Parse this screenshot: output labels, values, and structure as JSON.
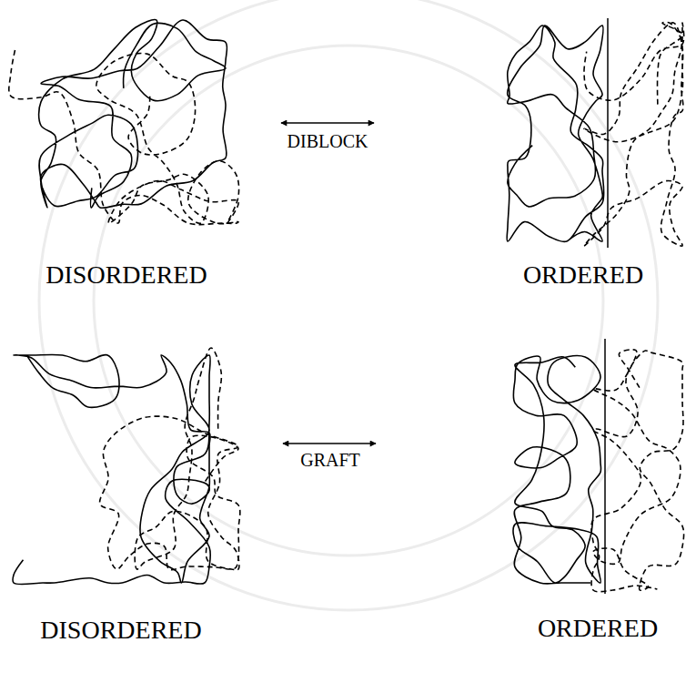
{
  "diagram": {
    "labels": [
      "DIBLOCK",
      "DISORDERED",
      "ORDERED",
      "GRAFT",
      "DISORDERED",
      "ORDERED"
    ]
  }
}
